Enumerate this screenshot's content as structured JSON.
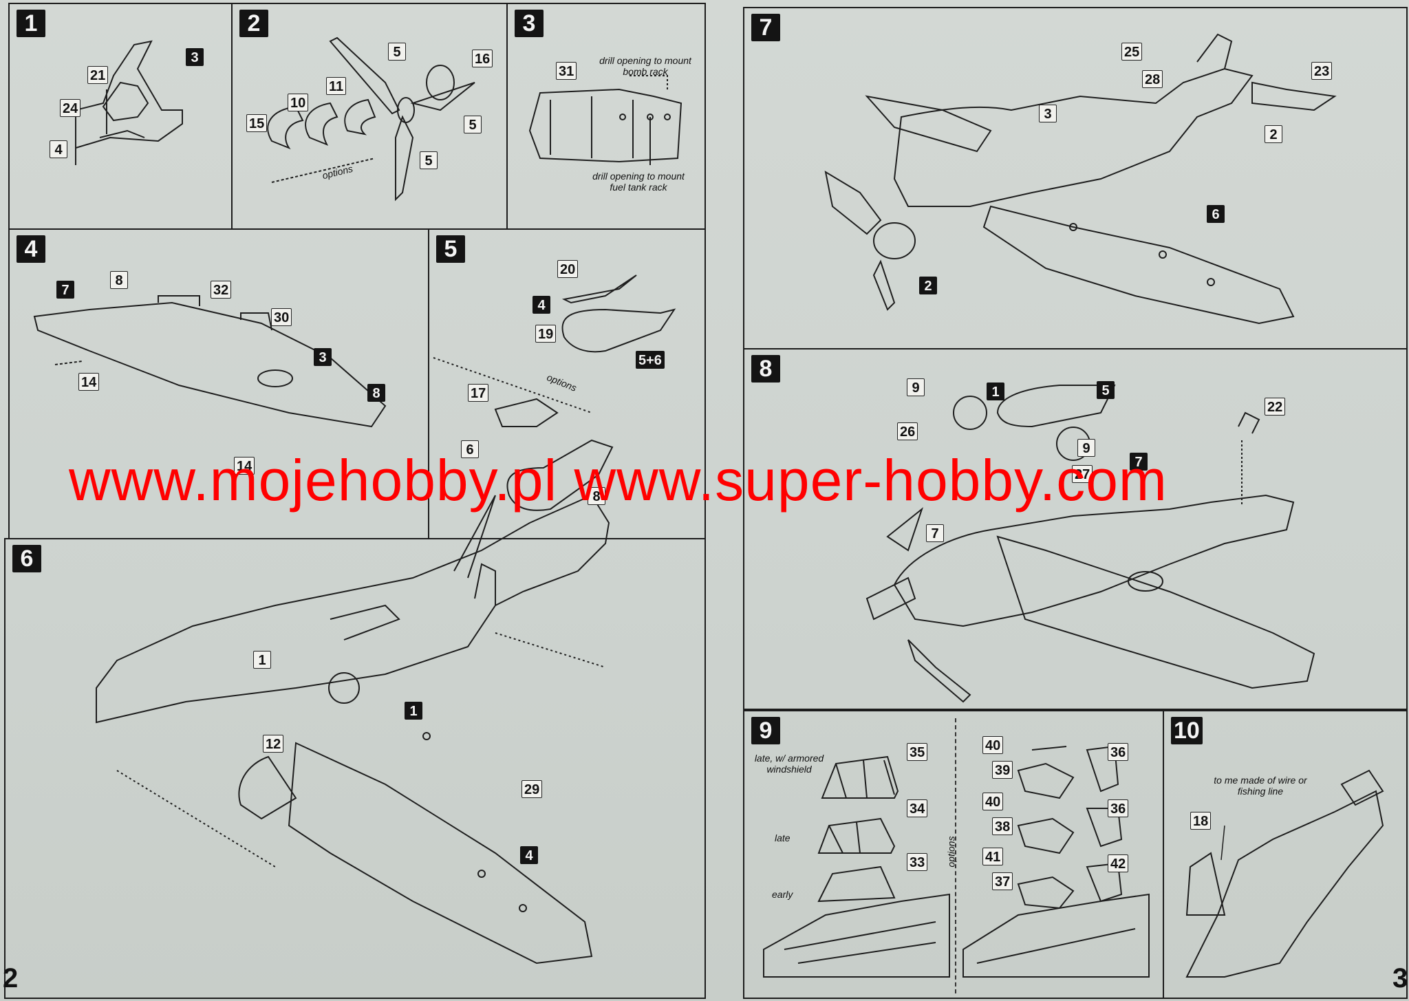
{
  "steps": {
    "s1": "1",
    "s2": "2",
    "s3": "3",
    "s4": "4",
    "s5": "5",
    "s6": "6",
    "s7": "7",
    "s8": "8",
    "s9": "9",
    "s10": "10"
  },
  "step1": {
    "callouts": [
      "3",
      "21",
      "24",
      "4"
    ]
  },
  "step2": {
    "callouts": [
      "5",
      "16",
      "11",
      "10",
      "15",
      "5",
      "5"
    ],
    "options_label": "options"
  },
  "step3": {
    "callouts": [
      "31"
    ],
    "note_bomb": "drill opening to mount bomb rack",
    "note_tank": "drill opening to mount fuel tank rack"
  },
  "step4": {
    "callouts": [
      "7",
      "8",
      "32",
      "30",
      "3",
      "8",
      "14",
      "14"
    ]
  },
  "step5": {
    "callouts": [
      "20",
      "4",
      "19",
      "5+6",
      "17",
      "6",
      "8"
    ],
    "options_label": "options"
  },
  "step6": {
    "callouts": [
      "1",
      "1",
      "12",
      "29",
      "4"
    ]
  },
  "step7": {
    "callouts": [
      "25",
      "28",
      "23",
      "3",
      "2",
      "6",
      "2"
    ]
  },
  "step8": {
    "callouts": [
      "9",
      "1",
      "5",
      "22",
      "26",
      "9",
      "7",
      "27",
      "7"
    ]
  },
  "step9": {
    "callouts": [
      "35",
      "34",
      "33",
      "40",
      "39",
      "36",
      "40",
      "38",
      "36",
      "41",
      "37",
      "42"
    ],
    "label_late_armored": "late, w/ armored windshield",
    "label_late": "late",
    "label_early": "early",
    "options_label": "options"
  },
  "step10": {
    "callouts": [
      "18"
    ],
    "note_wire": "to me made of wire or fishing line"
  },
  "page_numbers": {
    "left": "2",
    "right": "3"
  },
  "watermark": "www.mojehobby.pl www.super-hobby.com"
}
